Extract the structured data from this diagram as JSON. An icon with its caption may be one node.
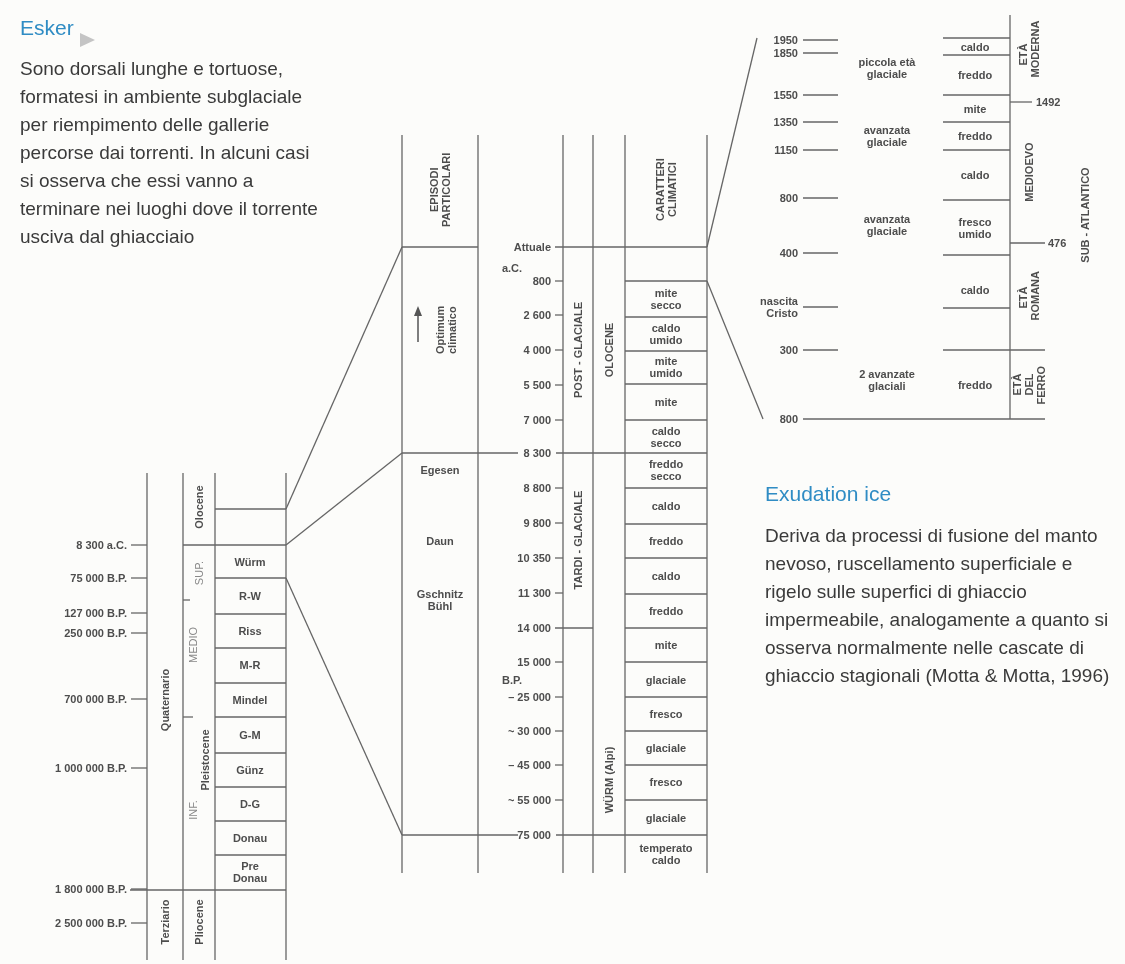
{
  "diagram": {
    "labels": [
      "Esker",
      "Sono dorsali lunghe e tortuose, formatesi in ambiente subglaciale per riempimento delle gallerie percorse dai torrenti. In alcuni casi si osserva che essi vanno a terminare nei luoghi dove il torrente usciva dal ghiacciaio",
      "EPISODI PARTICOLARI",
      "CARATTERI CLIMATICI",
      "Attuale",
      "a.C.",
      "800",
      "mite secco",
      "Optimum climatico",
      "2 600",
      "POST - GLACIALE",
      "OLOCENE",
      "caldo umido",
      "4 000",
      "mite umido",
      "5 500",
      "mite",
      "7 000",
      "caldo secco",
      "Egesen",
      "8 300",
      "freddo secco",
      "8 800",
      "TARDI - GLACIALE",
      "caldo",
      "Daun",
      "9 800",
      "freddo",
      "10 350",
      "caldo",
      "Gschnitz Bühl",
      "11 300",
      "freddo",
      "14 000",
      "mite",
      "15 000",
      "B.P.",
      "glaciale",
      "– 25 000",
      "fresco",
      "~ 30 000",
      "glaciale",
      "– 45 000",
      "WÜRM (Alpi)",
      "fresco",
      "~ 55 000",
      "glaciale",
      "75 000",
      "temperato caldo",
      "1950",
      "1850",
      "caldo",
      "piccola età glaciale",
      "freddo",
      "ETÀ MODERNA",
      "1550",
      "mite",
      "1492",
      "1350",
      "avanzata glaciale",
      "freddo",
      "1150",
      "MEDIOEVO",
      "caldo",
      "800",
      "SUB - ATLANTICO",
      "avanzata glaciale",
      "fresco umido",
      "476",
      "400",
      "caldo",
      "ETÀ ROMANA",
      "nascita Cristo",
      "300",
      "2 avanzate glaciali",
      "freddo",
      "ETÀ DEL FERRO",
      "800",
      "Exudation ice",
      "Deriva da processi di fusione del manto nevoso, ruscellamento superficiale e rigelo sulle superfici di ghiaccio impermeabile, analogamente a quanto si osserva normalmente nelle cascate di ghiaccio stagionali (Motta & Motta, 1996)",
      "Olocene",
      "8 300 a.C.",
      "Würm",
      "SUP.",
      "75 000 B.P.",
      "R-W",
      "127 000 B.P.",
      "250 000 B.P.",
      "Riss",
      "MEDIO",
      "M-R",
      "Quaternario",
      "700 000 B.P.",
      "Mindel",
      "G-M",
      "Pleistocene",
      "1 000 000 B.P.",
      "Günz",
      "INF.",
      "D-G",
      "Donau",
      "Pre Donau",
      "1 800 000 B.P.",
      "2 500 000 B.P.",
      "Terziario",
      "Pliocene"
    ]
  }
}
